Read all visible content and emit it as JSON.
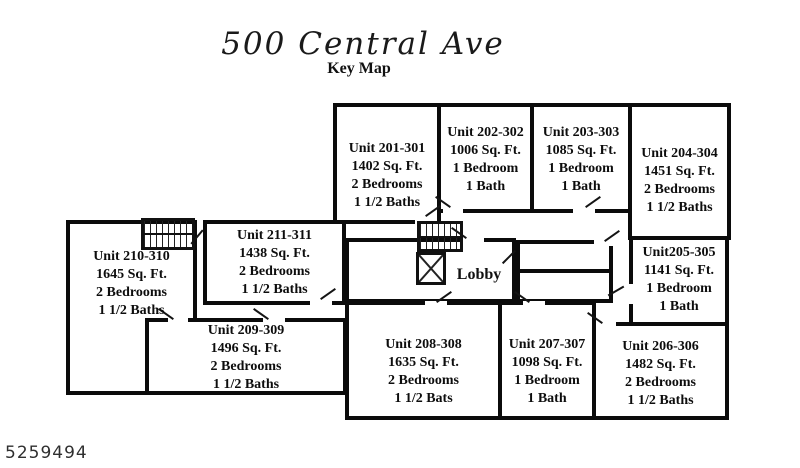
{
  "title": "500 Central Ave",
  "subtitle": "Key Map",
  "watermark": "5259494",
  "lobby_label": "Lobby",
  "icons": {
    "staircase": "stairs-hatched",
    "elevator": "box-with-x",
    "door": "door-swing"
  },
  "units": [
    {
      "name": "Unit 201-301",
      "sqft": "1402 Sq. Ft.",
      "beds": "2 Bedrooms",
      "baths": "1 1/2 Baths"
    },
    {
      "name": "Unit 202-302",
      "sqft": "1006 Sq. Ft.",
      "beds": "1 Bedroom",
      "baths": "1 Bath"
    },
    {
      "name": "Unit 203-303",
      "sqft": "1085 Sq. Ft.",
      "beds": "1 Bedroom",
      "baths": "1 Bath"
    },
    {
      "name": "Unit 204-304",
      "sqft": "1451 Sq. Ft.",
      "beds": "2 Bedrooms",
      "baths": "1 1/2 Baths"
    },
    {
      "name": "Unit205-305",
      "sqft": "1141 Sq. Ft.",
      "beds": "1 Bedroom",
      "baths": "1 Bath"
    },
    {
      "name": "Unit 206-306",
      "sqft": "1482 Sq. Ft.",
      "beds": "2 Bedrooms",
      "baths": "1 1/2 Baths"
    },
    {
      "name": "Unit 207-307",
      "sqft": "1098 Sq. Ft.",
      "beds": "1 Bedroom",
      "baths": "1 Bath"
    },
    {
      "name": "Unit 208-308",
      "sqft": "1635 Sq. Ft.",
      "beds": "2 Bedrooms",
      "baths": "1 1/2 Bats"
    },
    {
      "name": "Unit 209-309",
      "sqft": "1496 Sq. Ft.",
      "beds": "2 Bedrooms",
      "baths": "1 1/2 Baths"
    },
    {
      "name": "Unit 210-310",
      "sqft": "1645 Sq. Ft.",
      "beds": "2 Bedrooms",
      "baths": "1 1/2 Baths"
    },
    {
      "name": "Unit 211-311",
      "sqft": "1438 Sq. Ft.",
      "beds": "2 Bedrooms",
      "baths": "1 1/2 Baths"
    }
  ]
}
